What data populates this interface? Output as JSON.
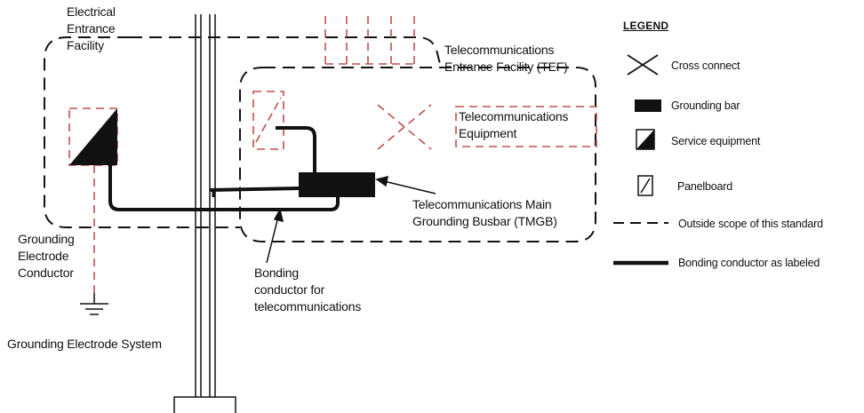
{
  "labels": {
    "electrical_entrance_line1": "Electrical",
    "electrical_entrance_line2": "Entrance",
    "electrical_entrance_line3": "Facility",
    "tef_line1": "Telecommunications",
    "tef_line2": "Entrance Facility (TEF)",
    "telecom_equipment_line1": "Telecommunications",
    "telecom_equipment_line2": "Equipment",
    "tmgb_line1": "Telecommunications Main",
    "tmgb_line2": "Grounding Busbar (TMGB)",
    "gec_line1": "Grounding",
    "gec_line2": "Electrode",
    "gec_line3": "Conductor",
    "bonding_line1": "Bonding",
    "bonding_line2": "conductor for",
    "bonding_line3": "telecommunications",
    "ges": "Grounding Electrode System"
  },
  "legend": {
    "title": "LEGEND",
    "items": [
      {
        "icon": "cross-connect-icon",
        "label": "Cross connect"
      },
      {
        "icon": "grounding-bar-icon",
        "label": "Grounding bar"
      },
      {
        "icon": "service-equipment-icon",
        "label": "Service equipment"
      },
      {
        "icon": "panelboard-icon",
        "label": "Panelboard"
      },
      {
        "icon": "dashed-line-icon",
        "label": "Outside  scope of this standard"
      },
      {
        "icon": "solid-line-icon",
        "label": "Bonding conductor as labeled"
      }
    ]
  },
  "colors": {
    "line": "#111111",
    "outside_scope_red": "#c0504d"
  }
}
